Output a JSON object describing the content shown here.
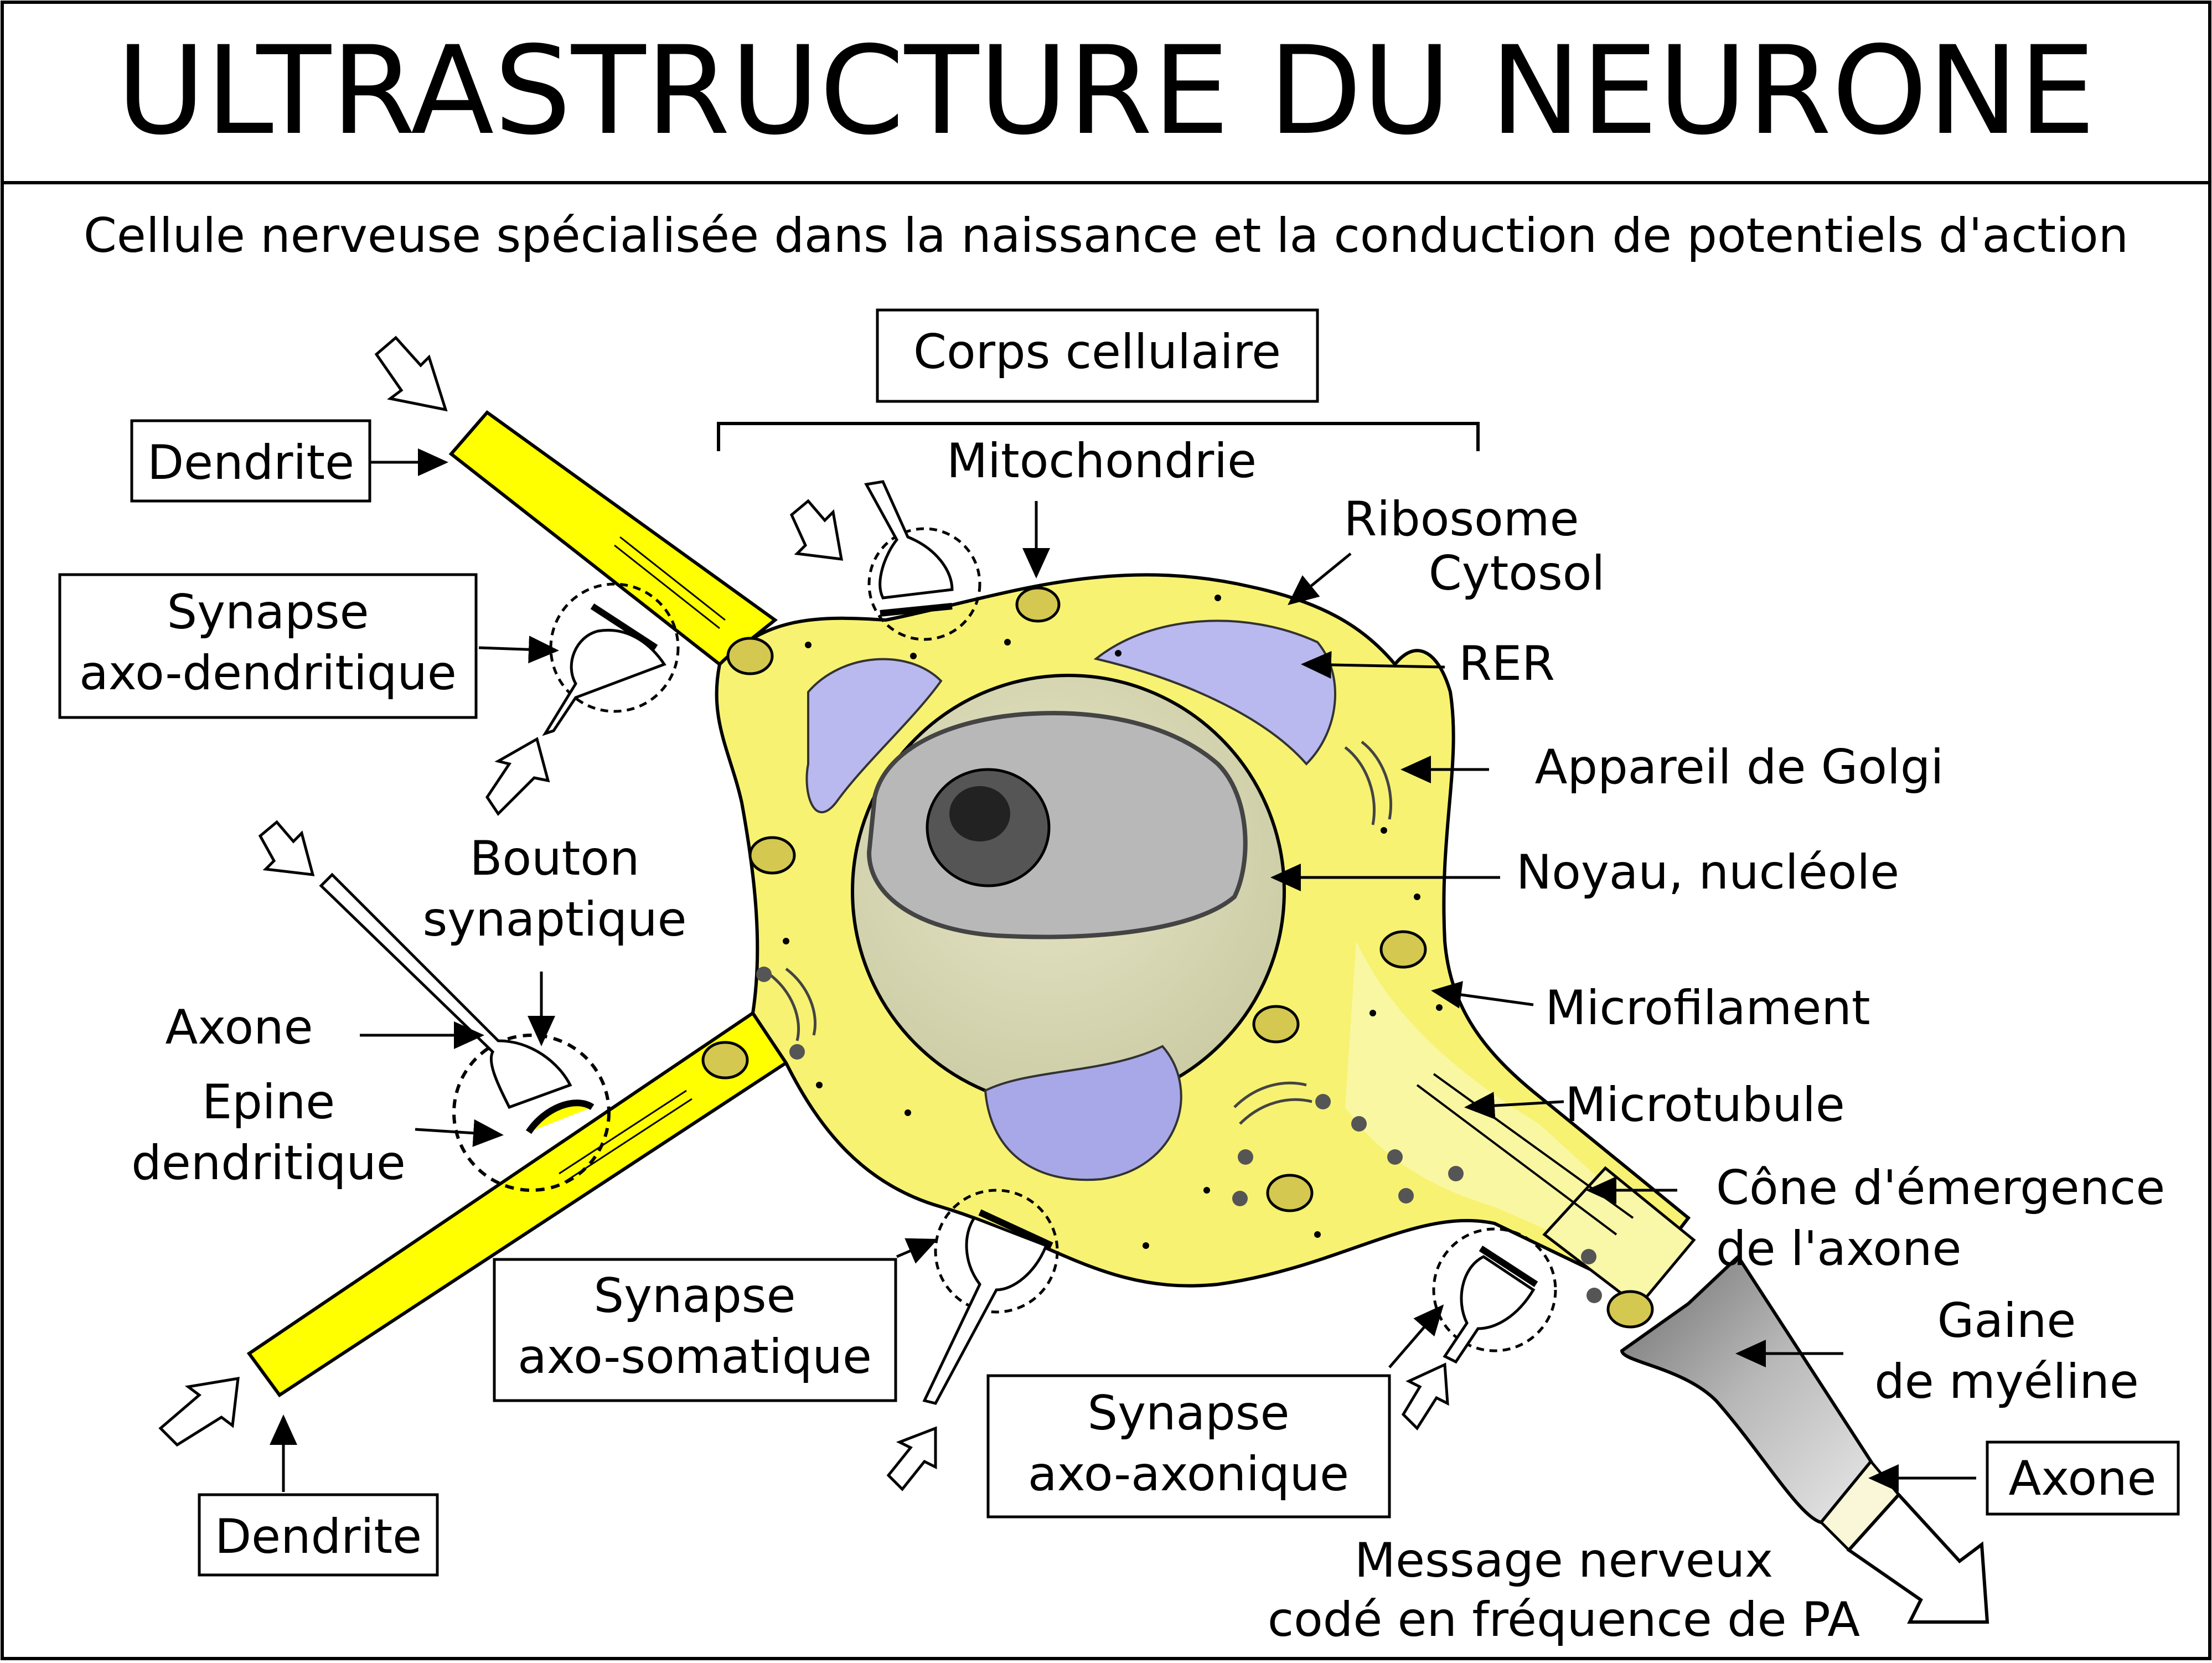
{
  "title": "ULTRASTRUCTURE DU NEURONE",
  "subtitle": "Cellule nerveuse spécialisée dans la naissance et la conduction de potentiels d'action",
  "labels": {
    "corps_cellulaire": "Corps cellulaire",
    "dendrite_top": "Dendrite",
    "dendrite_bottom": "Dendrite",
    "synapse_axo_dendritique_1": "Synapse",
    "synapse_axo_dendritique_2": "axo-dendritique",
    "bouton_1": "Bouton",
    "bouton_2": "synaptique",
    "axone_left": "Axone",
    "epine_1": "Epine",
    "epine_2": "dendritique",
    "mitochondrie": "Mitochondrie",
    "ribosome": "Ribosome",
    "cytosol": "Cytosol",
    "rer": "RER",
    "golgi": "Appareil de Golgi",
    "noyau": "Noyau, nucléole",
    "microfilament": "Microfilament",
    "microtubule": "Microtubule",
    "cone_1": "Cône d'émergence",
    "cone_2": "de l'axone",
    "gaine_1": "Gaine",
    "gaine_2": "de myéline",
    "axone_right": "Axone",
    "synapse_axo_somatique_1": "Synapse",
    "synapse_axo_somatique_2": "axo-somatique",
    "synapse_axo_axonique_1": "Synapse",
    "synapse_axo_axonique_2": "axo-axonique",
    "message_1": "Message nerveux",
    "message_2": "codé en fréquence de PA"
  },
  "colors": {
    "cell_fill": "#f5f060",
    "cell_light": "#f8f6a0",
    "dendrite": "#ffff00",
    "nucleus": "#d6d6b0",
    "nucleus_inner": "#b9b9b9",
    "nucleolus": "#555555",
    "rer": "#a8a8e8",
    "myelin": "#8c8c8c",
    "stroke": "#000000"
  }
}
